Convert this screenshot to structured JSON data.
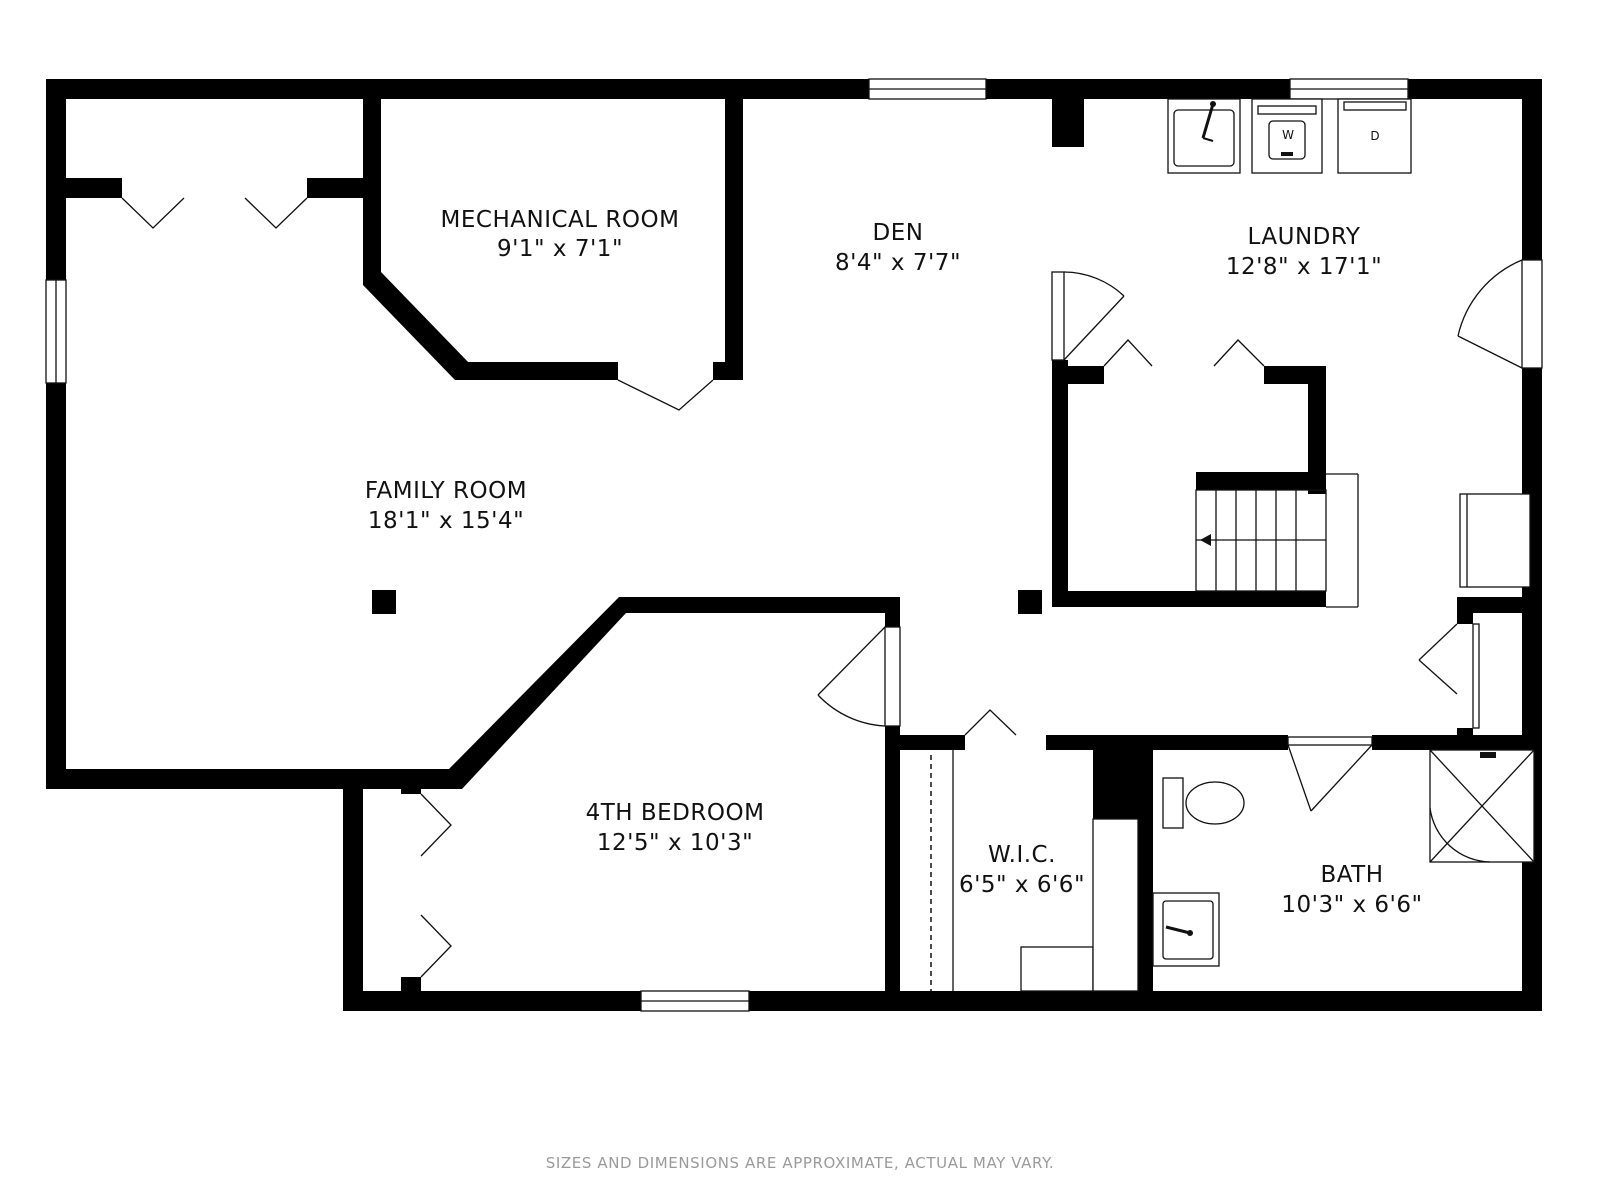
{
  "rooms": [
    {
      "id": "mechanical",
      "name": "MECHANICAL ROOM",
      "dims": "9'1\" x 7'1\""
    },
    {
      "id": "den",
      "name": "DEN",
      "dims": "8'4\" x 7'7\""
    },
    {
      "id": "laundry",
      "name": "LAUNDRY",
      "dims": "12'8\" x 17'1\""
    },
    {
      "id": "family",
      "name": "FAMILY ROOM",
      "dims": "18'1\" x 15'4\""
    },
    {
      "id": "bedroom4",
      "name": "4TH BEDROOM",
      "dims": "12'5\" x 10'3\""
    },
    {
      "id": "wic",
      "name": "W.I.C.",
      "dims": "6'5\" x 6'6\""
    },
    {
      "id": "bath",
      "name": "BATH",
      "dims": "10'3\" x 6'6\""
    }
  ],
  "appliances": {
    "washer": "W",
    "dryer": "D"
  },
  "disclaimer": "SIZES AND DIMENSIONS ARE APPROXIMATE, ACTUAL MAY VARY.",
  "colors": {
    "wall": "#000000",
    "background": "#ffffff",
    "disclaimer": "#9a9a9a"
  }
}
